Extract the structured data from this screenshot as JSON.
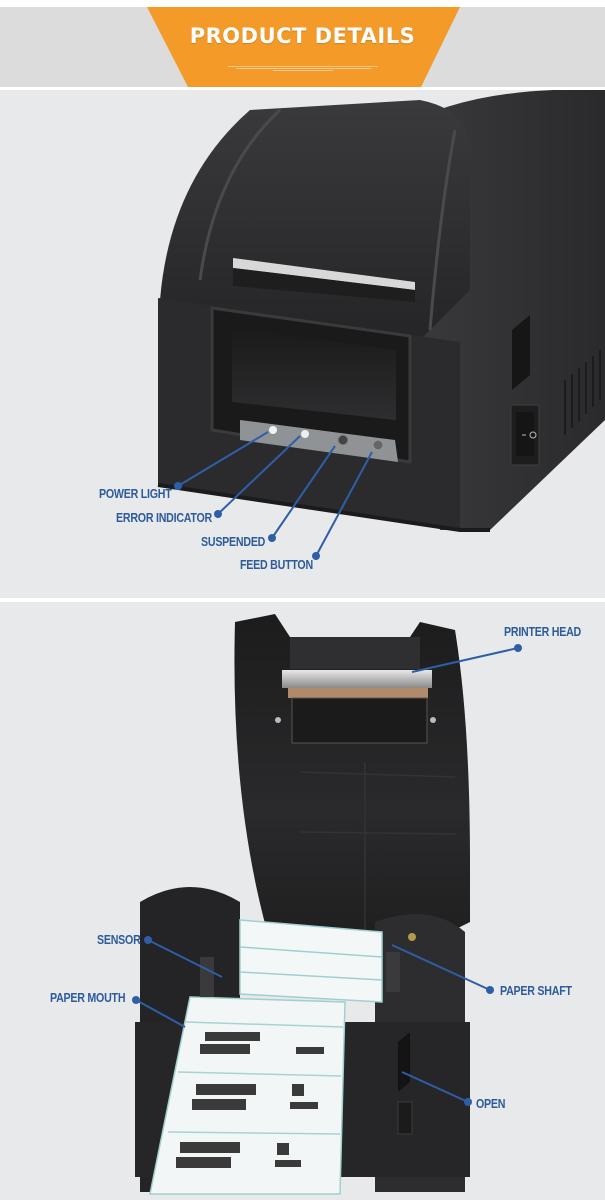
{
  "banner": {
    "title": "PRODUCT DETAILS",
    "background_color": "#dcdcdc",
    "accent_color": "#f39a28"
  },
  "panel_top": {
    "subject": "label printer, front view",
    "callouts": [
      {
        "label": "POWER LIGHT"
      },
      {
        "label": "ERROR INDICATOR"
      },
      {
        "label": "SUSPENDED"
      },
      {
        "label": "FEED BUTTON"
      }
    ]
  },
  "panel_bottom": {
    "subject": "label printer, lid open with label roll",
    "callouts": [
      {
        "label": "PRINTER HEAD"
      },
      {
        "label": "SENSOR"
      },
      {
        "label": "PAPER MOUTH"
      },
      {
        "label": "PAPER SHAFT"
      },
      {
        "label": "OPEN"
      }
    ]
  },
  "colors": {
    "callout_text": "#2d5b9c",
    "callout_line": "#2f5ea8",
    "panel_background": "#e8e9eb",
    "printer_body": "#2a2a2c"
  }
}
